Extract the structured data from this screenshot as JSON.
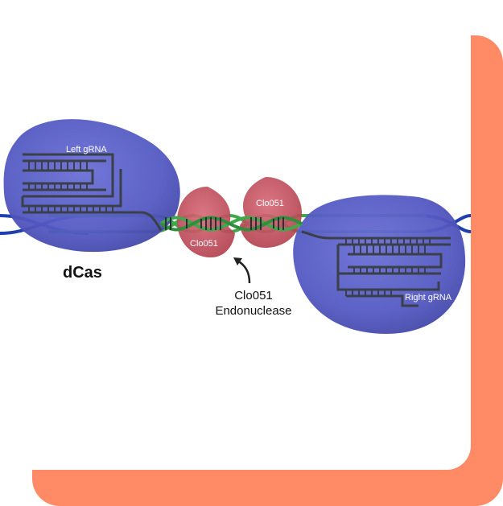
{
  "labels": {
    "left_grna": "Left gRNA",
    "right_grna": "Right gRNA",
    "clo051_top": "Clo051",
    "clo051_bottom": "Clo051",
    "dcas": "dCas",
    "endonuclease_line1": "Clo051",
    "endonuclease_line2": "Endonuclease"
  },
  "colors": {
    "frame": "#ff8a66",
    "dcas_fill": "#5a5fc4",
    "clo051_fill": "#c8505e",
    "dna_blue": "#1f3fb0",
    "dna_green": "#3fa84a",
    "grna": "#3a3f4a"
  }
}
